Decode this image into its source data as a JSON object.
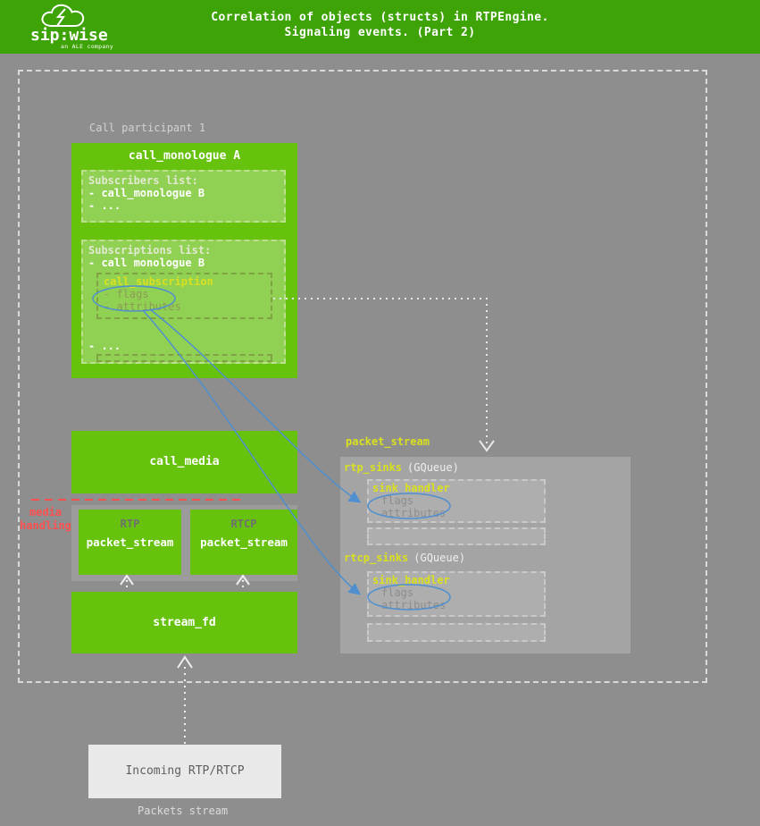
{
  "colors": {
    "header_green": "#3ea307",
    "box_green": "#66c20c",
    "inner_green": "#90d153",
    "page_gray": "#8e8e8e",
    "panel_gray": "#a4a4a4",
    "yellow": "#d9e01f",
    "red": "#ff5050",
    "blue": "#4f8fd0"
  },
  "header": {
    "title_line1": "Correlation of objects (structs) in RTPEngine.",
    "title_line2": "Signaling events. (Part 2)",
    "logo": {
      "brand": "sip:wise",
      "tagline": "an ALE company"
    }
  },
  "labels": {
    "participant": "Call participant 1",
    "media_handling_line1": "media",
    "media_handling_line2": "handling",
    "packets_stream": "Packets stream",
    "packet_stream_panel": "packet_stream"
  },
  "monologue": {
    "title": "call_monologue A",
    "subscribers": {
      "heading": "Subscribers list:",
      "item1": "- call_monologue B",
      "item2": "- ..."
    },
    "subscriptions": {
      "heading": "Subscriptions list:",
      "item1": "- call monologue B",
      "subscription": {
        "title": "call_subscription",
        "field1": "- flags",
        "field2": "- attributes"
      },
      "more": "- ..."
    }
  },
  "boxes": {
    "call_media": "call_media",
    "stream_fd": "stream_fd",
    "incoming": "Incoming RTP/RTCP",
    "rtp": {
      "label": "RTP",
      "name": "packet_stream"
    },
    "rtcp": {
      "label": "RTCP",
      "name": "packet_stream"
    }
  },
  "panel": {
    "rtp_sinks": "rtp_sinks",
    "rtcp_sinks": "rtcp_sinks",
    "gqueue": "(GQueue)",
    "sink_handler": "sink_handler",
    "flags": "flags",
    "attributes": "attributes"
  }
}
